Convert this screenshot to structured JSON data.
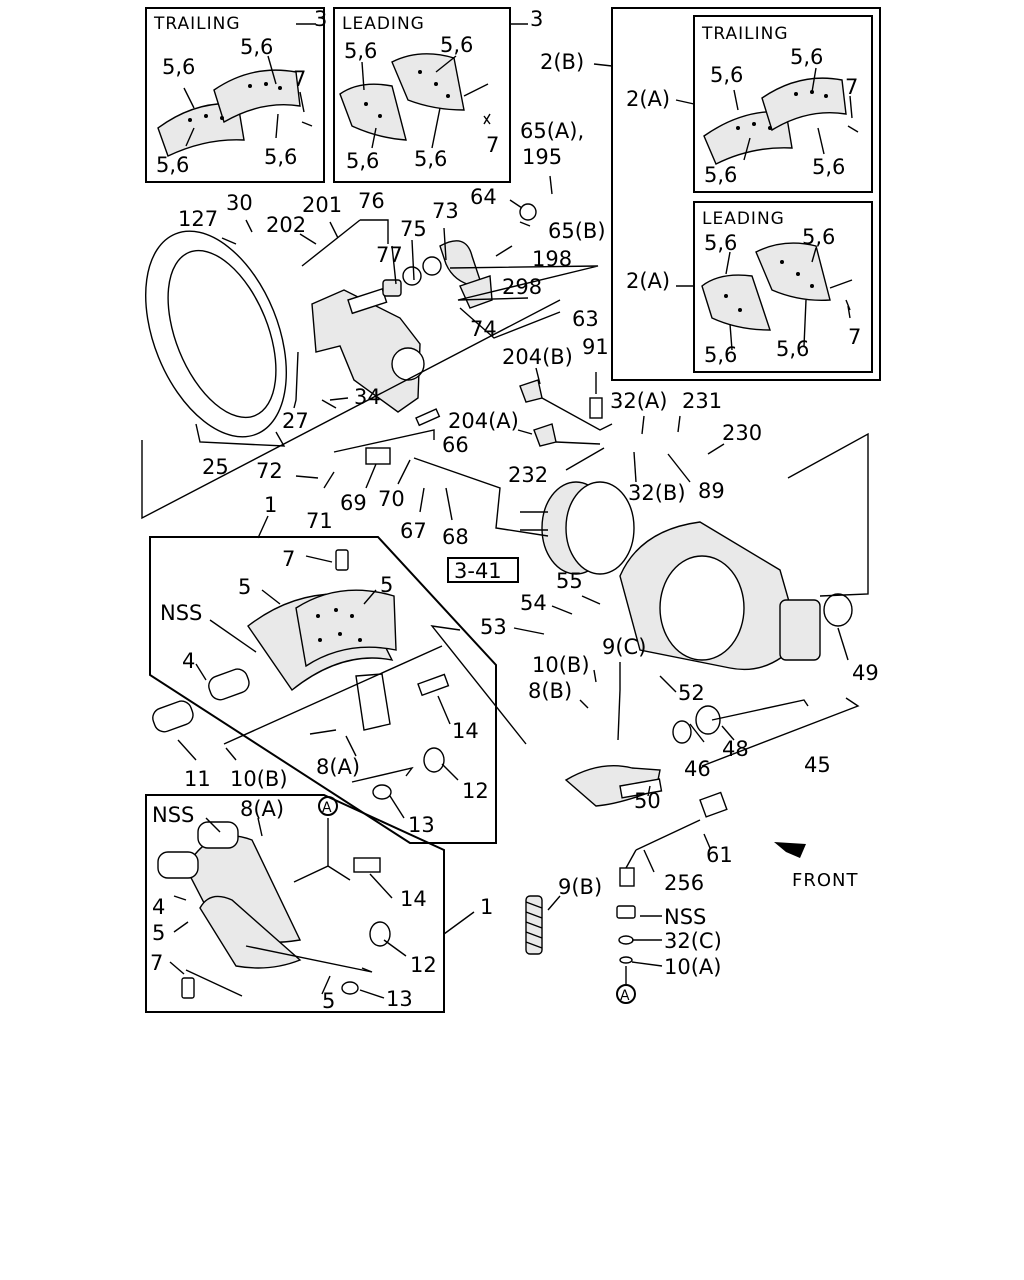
{
  "boxes": {
    "trailing": "TRAILING",
    "leading": "LEADING",
    "front": "FRONT",
    "ref": "3-41",
    "circle_a": "A"
  },
  "labels": {
    "l3a": "3",
    "l3b": "3",
    "l2b": "2(B)",
    "tr1_56a": "5,6",
    "tr1_56b": "5,6",
    "tr1_7": "7",
    "tr1_56c": "5,6",
    "tr1_56d": "5,6",
    "ld1_56a": "5,6",
    "ld1_56b": "5,6",
    "ld1_7": "7",
    "ld1_56c": "5,6",
    "ld1_56d": "5,6",
    "tr2_2a": "2(A)",
    "tr2_56a": "5,6",
    "tr2_56b": "5,6",
    "tr2_7": "7",
    "tr2_56c": "5,6",
    "tr2_56d": "5,6",
    "ld2_2a": "2(A)",
    "ld2_56a": "5,6",
    "ld2_56b": "5,6",
    "ld2_7": "7",
    "ld2_56c": "5,6",
    "ld2_56d": "5,6",
    "l65a": "65(A),",
    "l195": "195",
    "l64": "64",
    "l65b": "65(B)",
    "l198": "198",
    "l127": "127",
    "l30": "30",
    "l202": "202",
    "l201": "201",
    "l76": "76",
    "l75": "75",
    "l73": "73",
    "l77": "77",
    "l298": "298",
    "l63": "63",
    "l74": "74",
    "l34": "34",
    "l27": "27",
    "l25": "25",
    "l204b": "204(B)",
    "l91": "91",
    "l32a": "32(A)",
    "l231": "231",
    "l230": "230",
    "l204a": "204(A)",
    "l66": "66",
    "l232": "232",
    "l32b": "32(B)",
    "l89": "89",
    "l72": "72",
    "l69": "69",
    "l70": "70",
    "l71": "71",
    "l67": "67",
    "l68": "68",
    "l1a": "1",
    "l7a": "7",
    "l5a": "5",
    "l5b": "5",
    "lnss1": "NSS",
    "l4a": "4",
    "l14a": "14",
    "l8a1": "8(A)",
    "l12a": "12",
    "l13a": "13",
    "l11": "11",
    "l10b1": "10(B)",
    "l55": "55",
    "l54": "54",
    "l53": "53",
    "l9c": "9(C)",
    "l10b2": "10(B)",
    "l8b": "8(B)",
    "l52": "52",
    "l49": "49",
    "l48": "48",
    "l46": "46",
    "l45": "45",
    "l50": "50",
    "lnss2": "NSS",
    "l8a2": "8(A)",
    "l4b": "4",
    "l5c": "5",
    "l7b": "7",
    "l14b": "14",
    "l12b": "12",
    "l5d": "5",
    "l13b": "13",
    "l1b": "1",
    "l61": "61",
    "l256": "256",
    "l9b": "9(B)",
    "lnss3": "NSS",
    "l32c": "32(C)",
    "l10a": "10(A)"
  }
}
